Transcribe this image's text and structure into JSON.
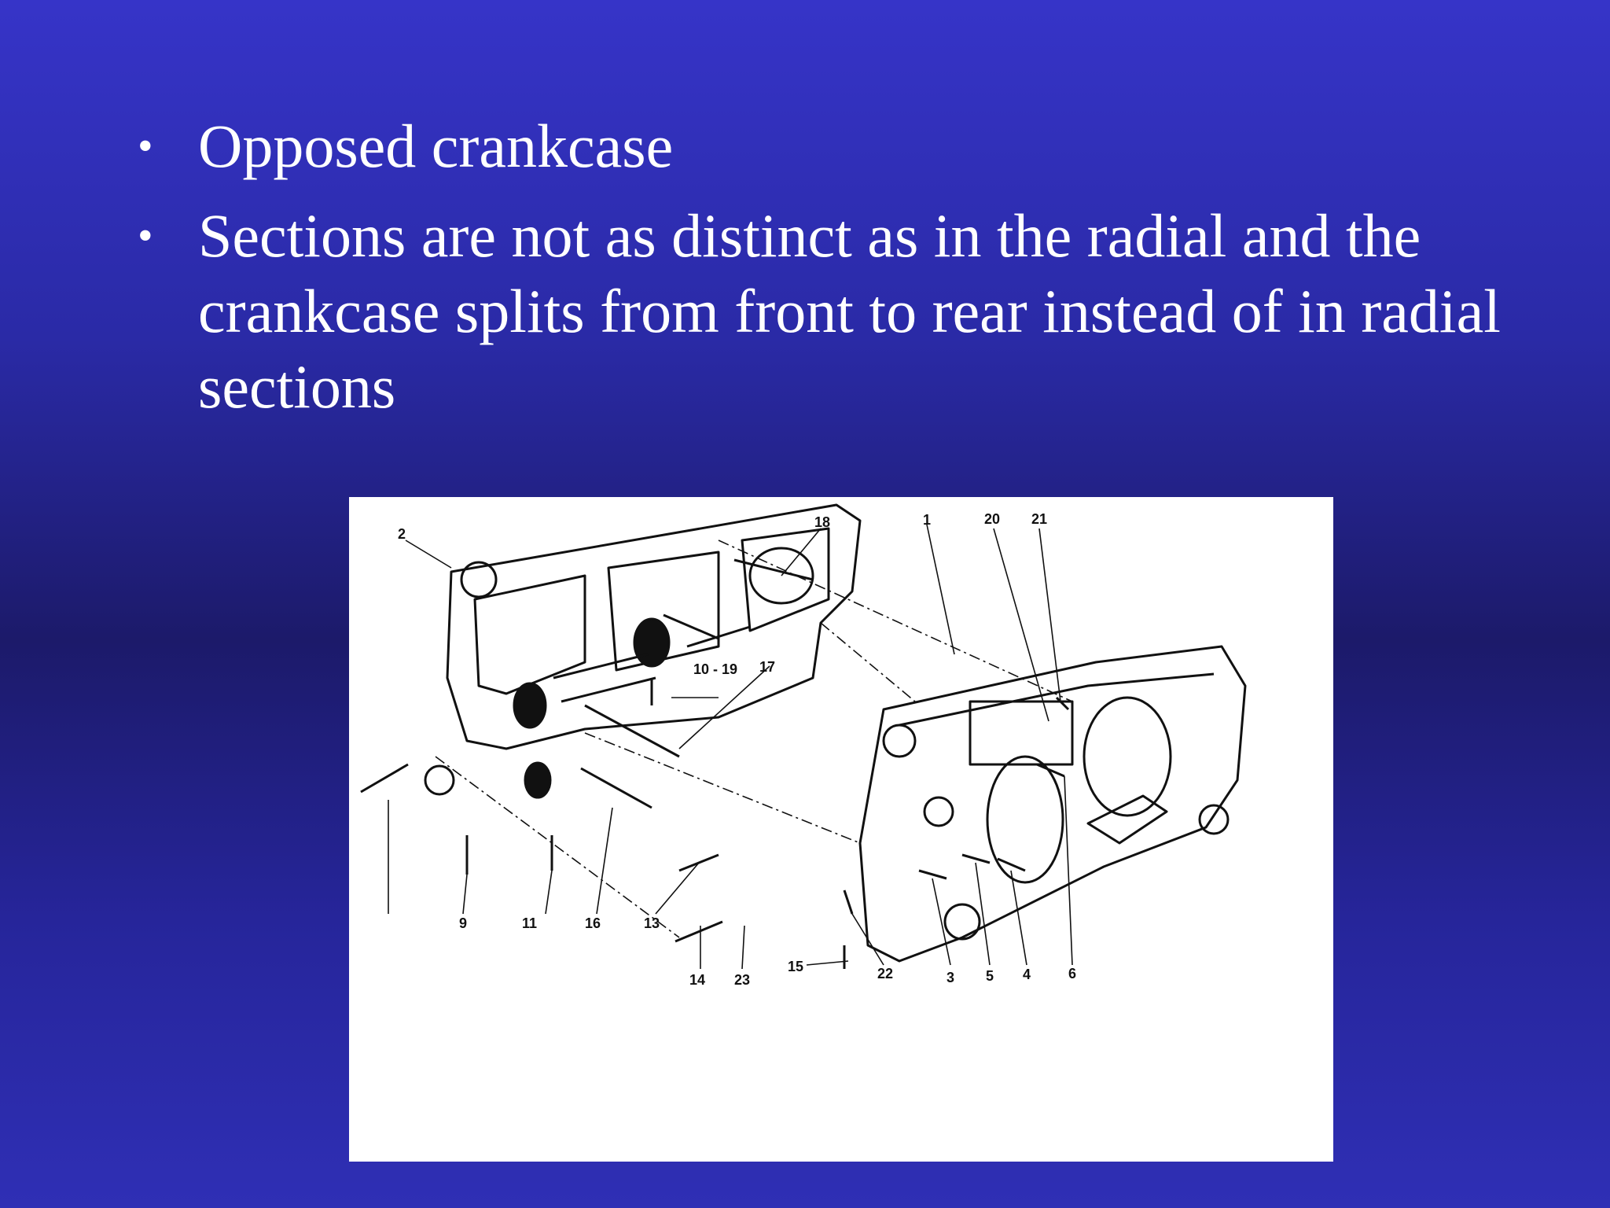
{
  "slide": {
    "bullets": [
      {
        "text": "Opposed crankcase"
      },
      {
        "text": "Sections are not as distinct as in the radial and the crankcase splits from front to rear instead of in radial sections"
      }
    ],
    "bullet_glyph": "•",
    "figure": {
      "callouts": {
        "c1": "1",
        "c2": "2",
        "c3": "3",
        "c4": "4",
        "c5": "5",
        "c6": "6",
        "c9": "9",
        "c10_19": "10 - 19",
        "c11": "11",
        "c13": "13",
        "c14": "14",
        "c15": "15",
        "c16": "16",
        "c17": "17",
        "c18": "18",
        "c20": "20",
        "c21": "21",
        "c22": "22",
        "c23": "23"
      }
    }
  }
}
